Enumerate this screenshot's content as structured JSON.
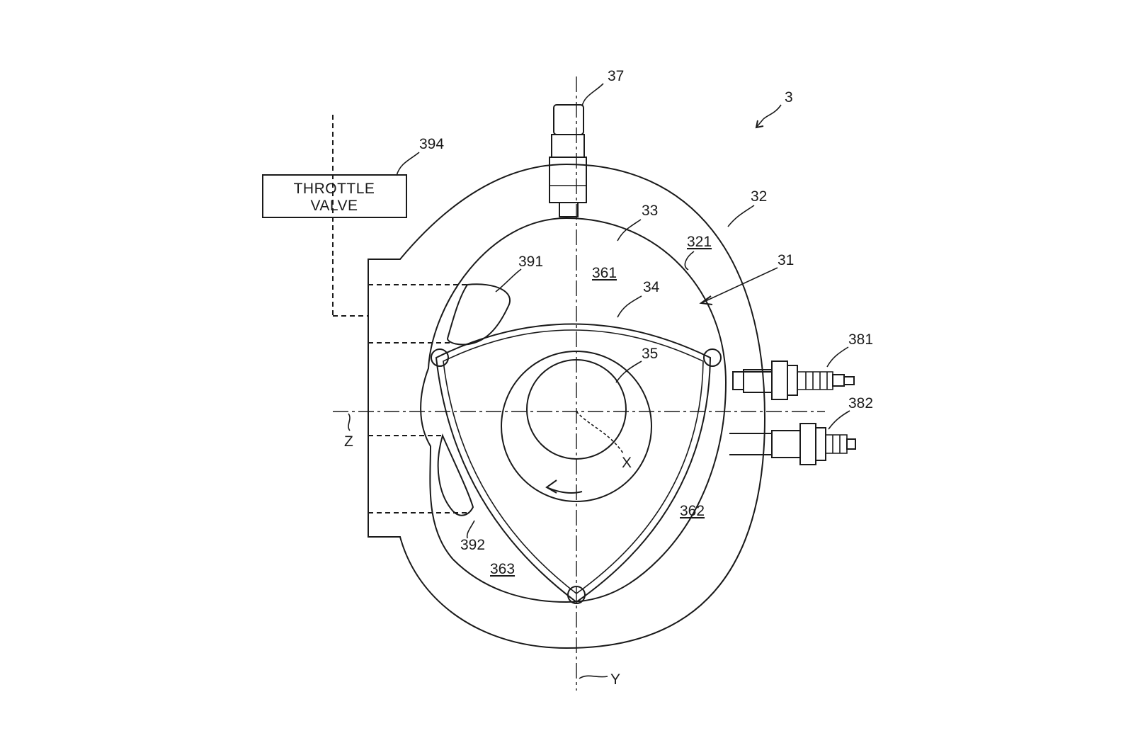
{
  "labels": {
    "assembly": "3",
    "rotor_housing": "32",
    "rotor": "31",
    "inner_surface": "321",
    "trochoid_surface": "33",
    "rotor_flank": "34",
    "eccentric_shaft": "35",
    "injector": "37",
    "spark_plug_leading": "381",
    "spark_plug_trailing": "382",
    "intake_port_primary": "391",
    "intake_port_secondary": "392",
    "throttle_ref": "394",
    "chamber_a": "361",
    "chamber_b": "362",
    "chamber_c": "363",
    "axis_x": "X",
    "axis_y": "Y",
    "axis_z": "Z"
  },
  "throttle_box": {
    "line1": "THROTTLE",
    "line2": "VALVE"
  }
}
